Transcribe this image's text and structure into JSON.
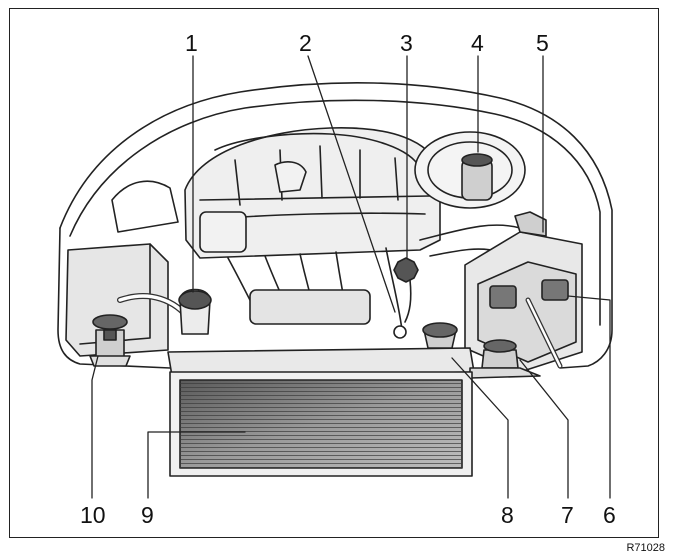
{
  "callouts": [
    "1",
    "2",
    "3",
    "4",
    "5",
    "6",
    "7",
    "8",
    "9",
    "10"
  ],
  "reference_code": "R71028",
  "colors": {
    "line": "#222222",
    "part_fill": "#d4d4d4",
    "dark_fill": "#6e6e6e",
    "radiator_fill": "#8a8a8a"
  }
}
